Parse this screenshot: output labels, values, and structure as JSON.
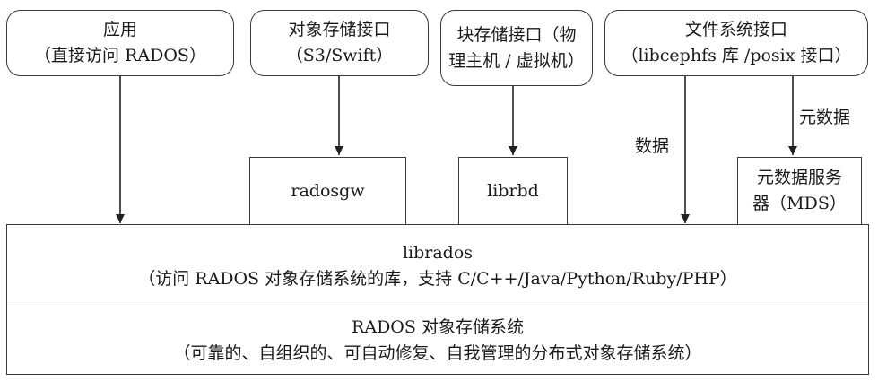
{
  "top_interfaces": [
    {
      "line1": "应用",
      "line2": "（直接访问 RADOS）"
    },
    {
      "line1": "对象存储接口",
      "line2": "（S3/Swift）"
    },
    {
      "line1": "块存储接口（物",
      "line2": "理主机 / 虚拟机）"
    },
    {
      "line1": "文件系统接口",
      "line2": "（libcephfs 库 /posix 接口）"
    }
  ],
  "middle": {
    "radosgw": "radosgw",
    "librbd": "librbd",
    "mds_line1": "元数据服务",
    "mds_line2": "器（MDS）"
  },
  "librados": {
    "line1": "librados",
    "line2": "（访问 RADOS 对象存储系统的库，支持 C/C++/Java/Python/Ruby/PHP）"
  },
  "rados": {
    "line1": "RADOS 对象存储系统",
    "line2": "（可靠的、自组织的、可自动修复、自我管理的分布式对象存储系统）"
  },
  "arrow_labels": {
    "data": "数据",
    "metadata": "元数据"
  }
}
